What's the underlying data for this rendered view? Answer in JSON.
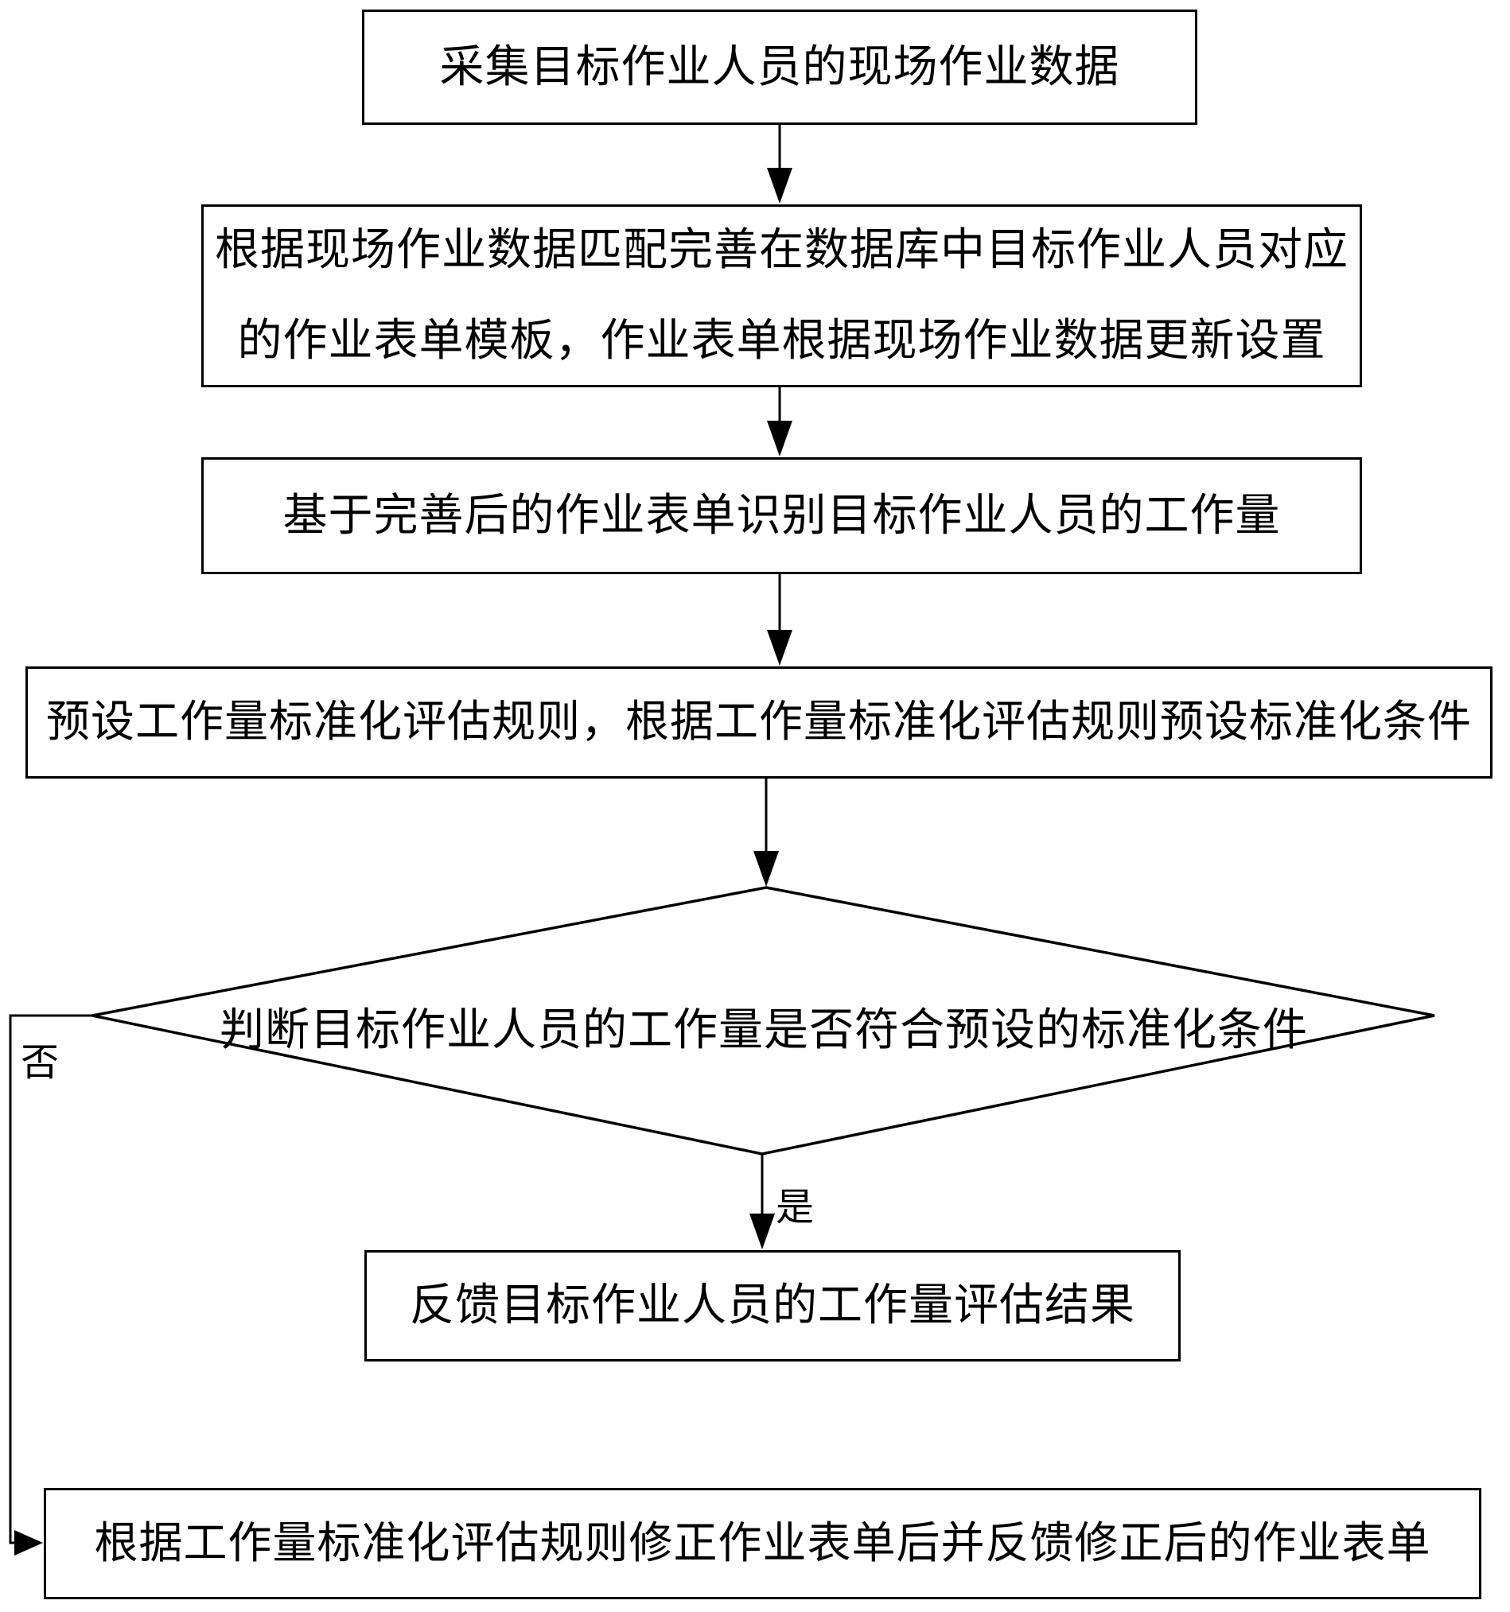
{
  "diagram": {
    "type": "flowchart",
    "language": "zh",
    "colors": {
      "line": "#000000",
      "background": "#ffffff",
      "text": "#000000"
    },
    "nodes": [
      {
        "id": "collect-data",
        "shape": "rect",
        "label": "采集目标作业人员的现场作业数据"
      },
      {
        "id": "match-form-template",
        "shape": "rect",
        "label": "根据现场作业数据匹配完善在数据库中目标作业人员对应的作业表单模板，作业表单根据现场作业数据更新设置",
        "lines": [
          "根据现场作业数据匹配完善在数据库中目标作业人员对应",
          "的作业表单模板，作业表单根据现场作业数据更新设置"
        ]
      },
      {
        "id": "identify-workload",
        "shape": "rect",
        "label": "基于完善后的作业表单识别目标作业人员的工作量"
      },
      {
        "id": "preset-rules",
        "shape": "rect",
        "label": "预设工作量标准化评估规则，根据工作量标准化评估规则预设标准化条件"
      },
      {
        "id": "check-standard",
        "shape": "diamond",
        "label": "判断目标作业人员的工作量是否符合预设的标准化条件"
      },
      {
        "id": "feedback-result",
        "shape": "rect",
        "label": "反馈目标作业人员的工作量评估结果"
      },
      {
        "id": "revise-form",
        "shape": "rect",
        "label": "根据工作量标准化评估规则修正作业表单后并反馈修正后的作业表单"
      }
    ],
    "edges": [
      {
        "from": "collect-data",
        "to": "match-form-template",
        "label": ""
      },
      {
        "from": "match-form-template",
        "to": "identify-workload",
        "label": ""
      },
      {
        "from": "identify-workload",
        "to": "preset-rules",
        "label": ""
      },
      {
        "from": "preset-rules",
        "to": "check-standard",
        "label": ""
      },
      {
        "from": "check-standard",
        "to": "feedback-result",
        "label": "是"
      },
      {
        "from": "check-standard",
        "to": "revise-form",
        "label": "否"
      }
    ]
  }
}
